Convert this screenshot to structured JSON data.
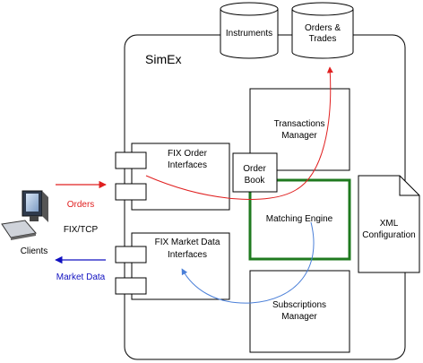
{
  "system": {
    "title": "SimEx"
  },
  "databases": [
    {
      "label": "Instruments"
    },
    {
      "label_line1": "Orders &",
      "label_line2": "Trades"
    }
  ],
  "components": {
    "fix_order_interfaces": {
      "line1": "FIX Order",
      "line2": "Interfaces"
    },
    "fix_market_data_interfaces": {
      "line1": "FIX Market Data",
      "line2": "Interfaces"
    },
    "order_book": {
      "line1": "Order",
      "line2": "Book"
    },
    "transactions_manager": {
      "line1": "Transactions",
      "line2": "Manager"
    },
    "matching_engine": {
      "label": "Matching Engine"
    },
    "subscriptions_manager": {
      "line1": "Subscriptions",
      "line2": "Manager"
    },
    "xml_configuration": {
      "line1": "XML",
      "line2": "Configuration"
    }
  },
  "client": {
    "label": "Clients",
    "protocol": "FIX/TCP"
  },
  "flows": {
    "orders": {
      "label": "Orders",
      "color": "#e02020"
    },
    "market_data": {
      "label": "Market Data",
      "color": "#1010c0"
    }
  },
  "colors": {
    "orders_curve": "#e02020",
    "market_data_curve": "#4a7fd8",
    "matching_engine_border": "#1f7a1f"
  },
  "icons": [
    "computer-icon",
    "database-icon",
    "document-icon"
  ]
}
